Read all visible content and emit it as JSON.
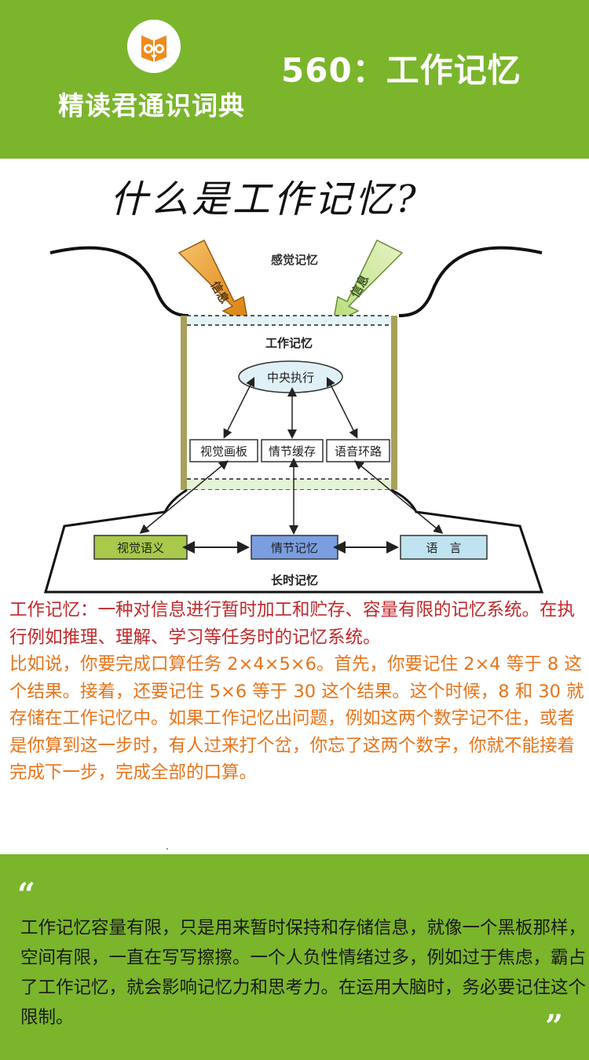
{
  "header": {
    "brand": "精读君通识词典",
    "title": "560：工作记忆",
    "bg_color": "#7ab52b",
    "logo_icon": "owl-book-icon"
  },
  "handwritten_title": "什么是工作记忆?",
  "diagram": {
    "top_label": "感觉记忆",
    "arrow_left_label": "信息",
    "arrow_right_label": "信息",
    "working_memory_label": "工作记忆",
    "central_executive": "中央执行",
    "components": [
      "视觉画板",
      "情节缓存",
      "语音环路"
    ],
    "long_term_items": [
      "视觉语义",
      "情节记忆",
      "语　言"
    ],
    "long_term_label": "长时记忆"
  },
  "body": {
    "definition": "工作记忆：一种对信息进行暂时加工和贮存、容量有限的记忆系统。在执行例如推理、理解、学习等任务时的记忆系统。",
    "example": "比如说，你要完成口算任务 2×4×5×6。首先，你要记住 2×4 等于 8 这个结果。接着，还要记住 5×6 等于 30 这个结果。这个时候，8 和 30 就存储在工作记忆中。如果工作记忆出问题，例如这两个数字记不住，或者是你算到这一步时，有人过来打个岔，你忘了这两个数字，你就不能接着完成下一步，完成全部的口算。",
    "definition_color": "#c0282a",
    "example_color": "#e8741a"
  },
  "quote": {
    "open_mark": "“",
    "text": "工作记忆容量有限，只是用来暂时保持和存储信息，就像一个黑板那样，空间有限，一直在写写擦擦。一个人负性情绪过多，例如过于焦虑，霸占了工作记忆，就会影响记忆力和思考力。在运用大脑时，务必要记住这个限制。",
    "close_mark": "”"
  }
}
